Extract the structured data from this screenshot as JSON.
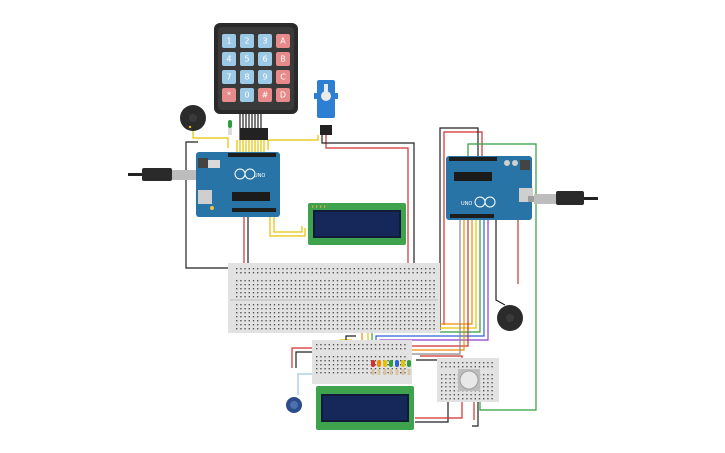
{
  "keypad": {
    "keys": [
      "1",
      "2",
      "3",
      "A",
      "4",
      "5",
      "6",
      "B",
      "7",
      "8",
      "9",
      "C",
      "*",
      "0",
      "#",
      "D"
    ]
  },
  "arduino_left": {
    "label": "UNO"
  },
  "arduino_right": {
    "label": "UNO"
  },
  "colors": {
    "wire_red": "#d32f2f",
    "wire_black": "#222222",
    "wire_yellow": "#e6c200",
    "wire_green": "#2e9e3e",
    "wire_orange": "#f08c00",
    "wire_blue": "#2d62d6",
    "wire_purple": "#8a3fd1",
    "wire_gray": "#888888",
    "board_blue": "#2874a6",
    "lcd_green": "#3fa34d",
    "lcd_screen": "#16285a",
    "breadboard": "#e2e2e2",
    "key_blue": "#9cc9e6",
    "key_red": "#e68a8a"
  }
}
